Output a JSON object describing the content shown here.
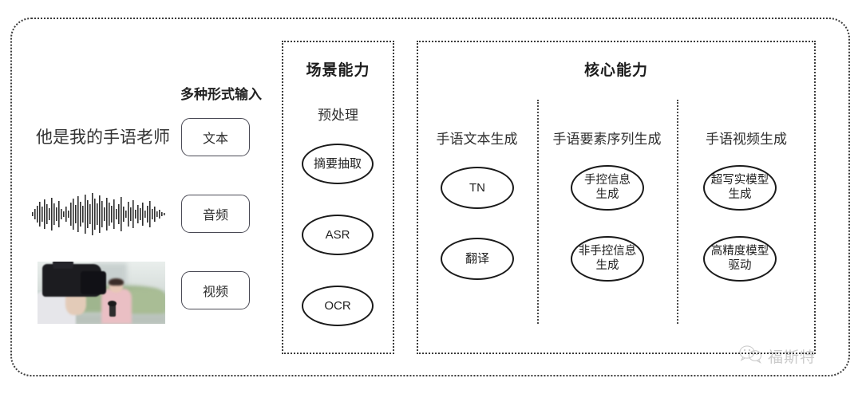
{
  "diagram": {
    "input_section": {
      "group_label": "多种形式输入",
      "sample_text": "他是我的手语老师",
      "waveform_icon": "audio-waveform",
      "video_thumbnail_icon": "video-thumbnail",
      "chips": [
        {
          "label": "文本"
        },
        {
          "label": "音频"
        },
        {
          "label": "视频"
        }
      ]
    },
    "scene_panel": {
      "title": "场景能力",
      "stage_label": "预处理",
      "nodes": [
        {
          "label": "摘要抽取"
        },
        {
          "label": "ASR"
        },
        {
          "label": "OCR"
        }
      ]
    },
    "core_panel": {
      "title": "核心能力",
      "columns": [
        {
          "label": "手语文本生成",
          "nodes": [
            {
              "line1": "TN",
              "line2": ""
            },
            {
              "line1": "翻译",
              "line2": ""
            }
          ]
        },
        {
          "label": "手语要素序列生成",
          "nodes": [
            {
              "line1": "手控信息",
              "line2": "生成"
            },
            {
              "line1": "非手控信息",
              "line2": "生成"
            }
          ]
        },
        {
          "label": "手语视频生成",
          "nodes": [
            {
              "line1": "超写实模型",
              "line2": "生成"
            },
            {
              "line1": "高精度模型",
              "line2": "驱动"
            }
          ]
        }
      ]
    },
    "watermark": {
      "icon": "wechat-icon",
      "text": "福斯特"
    },
    "colors": {
      "border": "#3b3b3b",
      "node_stroke": "#1a1a1a",
      "text": "#2b2b2b",
      "background": "#ffffff"
    }
  }
}
